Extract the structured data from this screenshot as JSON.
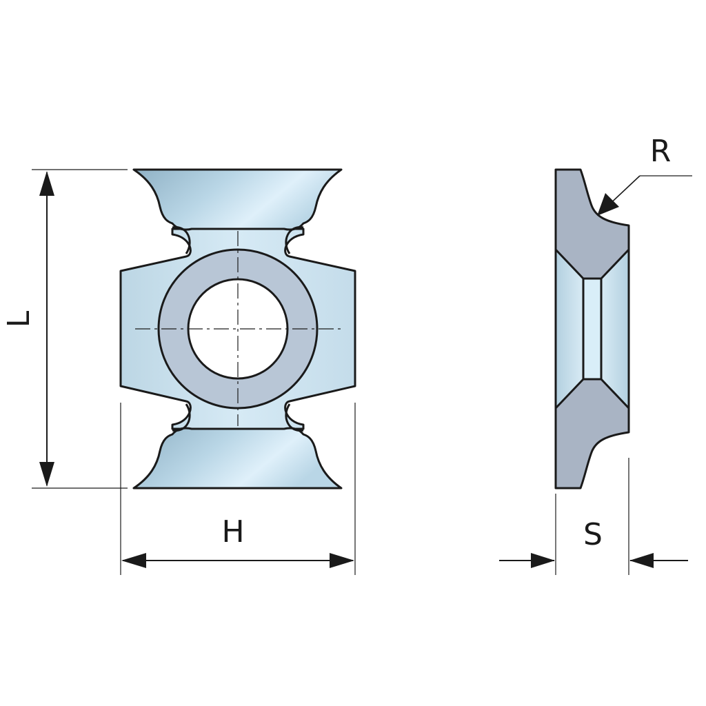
{
  "dimensions": {
    "length_label": "L",
    "height_label": "H",
    "thickness_label": "S",
    "radius_label": "R"
  },
  "colors": {
    "outline": "#1a1a1a",
    "steel_light": "#dff0fa",
    "steel_mid": "#b9d6e6",
    "steel_dark": "#8fb1c5",
    "ring": "#b8c6d6",
    "side_face": "#a9b4c4",
    "background": "#ffffff"
  }
}
